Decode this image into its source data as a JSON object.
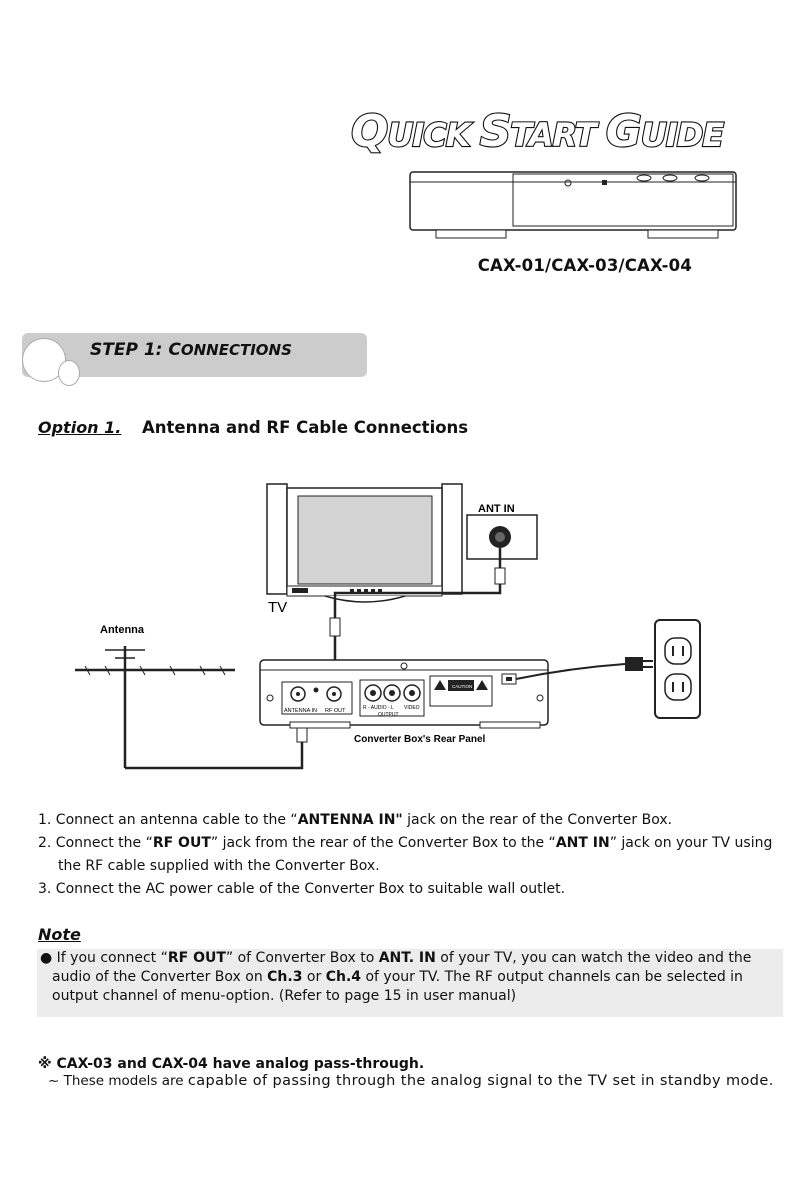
{
  "header": {
    "title_parts": [
      {
        "cap": "Q",
        "rest": "UICK"
      },
      {
        "cap": "S",
        "rest": "TART"
      },
      {
        "cap": "G",
        "rest": "UIDE"
      }
    ],
    "model": "CAX-01/CAX-03/CAX-04"
  },
  "step": {
    "label": "STEP 1:",
    "cap": "C",
    "rest": "ONNECTIONS"
  },
  "option": {
    "label": "Option 1.",
    "title": "Antenna and RF Cable Connections"
  },
  "diagram": {
    "tv_label": "TV",
    "ant_in_label": "ANT IN",
    "antenna_label": "Antenna",
    "panel_caption": "Converter Box's Rear Panel",
    "jack_antenna_in": "ANTENNA IN",
    "jack_rf_out": "RF OUT",
    "jack_audio": "R - AUDIO - L",
    "jack_video": "VIDEO",
    "output_label": "OUTPUT",
    "caution_label": "CAUTION"
  },
  "instructions": {
    "step1": {
      "pre": "1. Connect an antenna cable to the “",
      "bold": "ANTENNA IN\"",
      "post": " jack on the rear of the Converter Box."
    },
    "step2": {
      "pre": "2. Connect the “",
      "bold1": "RF OUT",
      "mid": "” jack from the rear of the Converter Box to the “",
      "bold2": "ANT IN",
      "post": "” jack on your TV using"
    },
    "step2b": "the RF cable supplied with the Converter Box.",
    "step3": "3. Connect the AC power cable of the Converter Box to suitable wall outlet."
  },
  "note": {
    "title": "Note",
    "l1_a": "● If you connect “",
    "l1_b": "RF OUT",
    "l1_c": "” of Converter Box to ",
    "l1_d": "ANT. IN",
    "l1_e": " of your TV, you can watch the video and the",
    "l2_a": "audio of the Converter Box on ",
    "l2_b": "Ch.3",
    "l2_c": " or ",
    "l2_d": "Ch.4",
    "l2_e": " of your TV. The RF output channels can be selected in",
    "l3": "output channel of menu-option. (Refer to page 15 in user manual)"
  },
  "passthrough": {
    "title": "※ CAX-03 and CAX-04 have analog pass-through.",
    "text_a": "~ These models are ",
    "text_b": "capable of passing through the analog signal to the TV set in standby mode."
  }
}
